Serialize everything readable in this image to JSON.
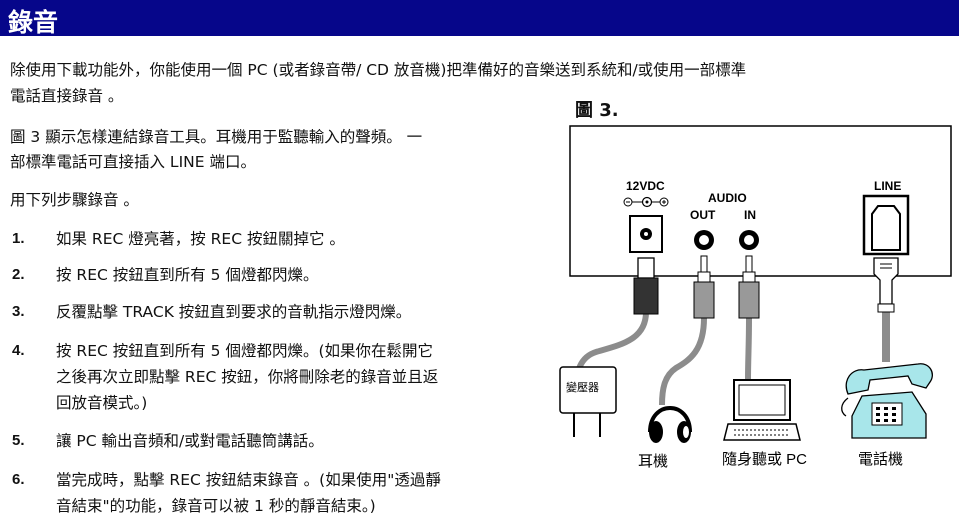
{
  "header": {
    "title": "錄音"
  },
  "intro": {
    "line1": "除使用下載功能外，你能使用一個 PC (或者錄音帶/ CD 放音機)把準備好的音樂送到系統和/或使用一部標準",
    "line2": "電話直接錄音 。"
  },
  "para2": {
    "line1": "圖 3 顯示怎樣連結錄音工具。耳機用于監聽輸入的聲頻。 一",
    "line2": "部標準電話可直接插入 LINE 端口。"
  },
  "para3": "用下列步驟錄音 。",
  "steps": [
    {
      "num": "1.",
      "lines": [
        "如果 REC 燈亮著，按 REC 按鈕關掉它 。"
      ]
    },
    {
      "num": "2.",
      "lines": [
        "按 REC 按鈕直到所有 5  個燈都閃爍。"
      ]
    },
    {
      "num": "3.",
      "lines": [
        "反覆點擊 TRACK 按鈕直到要求的音軌指示燈閃爍。"
      ]
    },
    {
      "num": "4.",
      "lines": [
        "按 REC 按鈕直到所有 5  個燈都閃爍。(如果你在鬆開它",
        "之後再次立即點擊 REC 按鈕，你將刪除老的錄音並且返",
        "回放音模式。)"
      ]
    },
    {
      "num": "5.",
      "lines": [
        "讓 PC 輸出音頻和/或對電話聽筒講話。"
      ]
    },
    {
      "num": "6.",
      "lines": [
        "當完成時，點擊 REC 按鈕結束錄音 。(如果使用\"透過靜",
        "音結束\"的功能，錄音可以被 1 秒的靜音結束。)"
      ]
    }
  ],
  "figure": {
    "title": "圖 3.",
    "dc_label": "12VDC",
    "audio_label": "AUDIO",
    "out_label": "OUT",
    "in_label": "IN",
    "line_label": "LINE",
    "adapter_label": "變壓器",
    "captions": {
      "headphones": "耳機",
      "pc": "隨身聽或 PC",
      "phone": "電話機"
    },
    "colors": {
      "cable": "#8c8c8c",
      "phone": "#a8e6ea",
      "header_bg": "#06068a"
    }
  }
}
